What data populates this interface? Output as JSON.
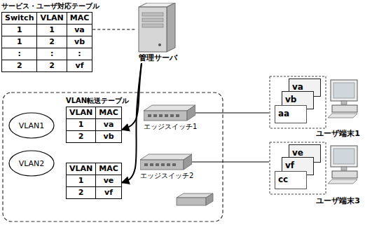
{
  "diagram": {
    "nodes": [
      {
        "text": [
          "サービス・ユーザ対応テーブル",
          "Switch",
          "VLAN",
          "MAC",
          "1",
          "1",
          "va",
          "1",
          "2",
          "vb",
          ":",
          ":",
          ":",
          "2",
          "2",
          "vf"
        ]
      },
      {
        "text": [
          "管理サーバ"
        ]
      },
      {
        "text": [
          "VLAN1"
        ]
      },
      {
        "text": [
          "VLAN2"
        ]
      },
      {
        "text": [
          "VLAN転送テーブル",
          "VLAN",
          "MAC",
          "1",
          "va",
          "2",
          "vb"
        ]
      },
      {
        "text": [
          "VLAN",
          "MAC",
          "1",
          "ve",
          "2",
          "vf"
        ]
      },
      {
        "text": [
          "エッジスイッチ1"
        ]
      },
      {
        "text": [
          "エッジスイッチ2"
        ]
      },
      {
        "text": [
          "ユーザ端末1"
        ]
      },
      {
        "text": [
          "va"
        ],
        "in": 8
      },
      {
        "text": [
          "vb"
        ],
        "in": 8
      },
      {
        "text": [
          "aa"
        ],
        "in": 8
      },
      {
        "text": [
          "ユーザ端末3"
        ]
      },
      {
        "text": [
          "ve"
        ],
        "in": 12
      },
      {
        "text": [
          "vf"
        ],
        "in": 12
      },
      {
        "text": [
          "cc"
        ],
        "in": 12
      }
    ],
    "edges": [
      {
        "from": 0,
        "to": 1,
        "arrow": "none"
      },
      {
        "from": 1,
        "to": 4,
        "arrow": "to"
      },
      {
        "from": 1,
        "to": 5,
        "arrow": "to"
      },
      {
        "from": 6,
        "to": 8,
        "arrow": "none"
      },
      {
        "from": 7,
        "to": 12,
        "arrow": "none"
      }
    ]
  }
}
